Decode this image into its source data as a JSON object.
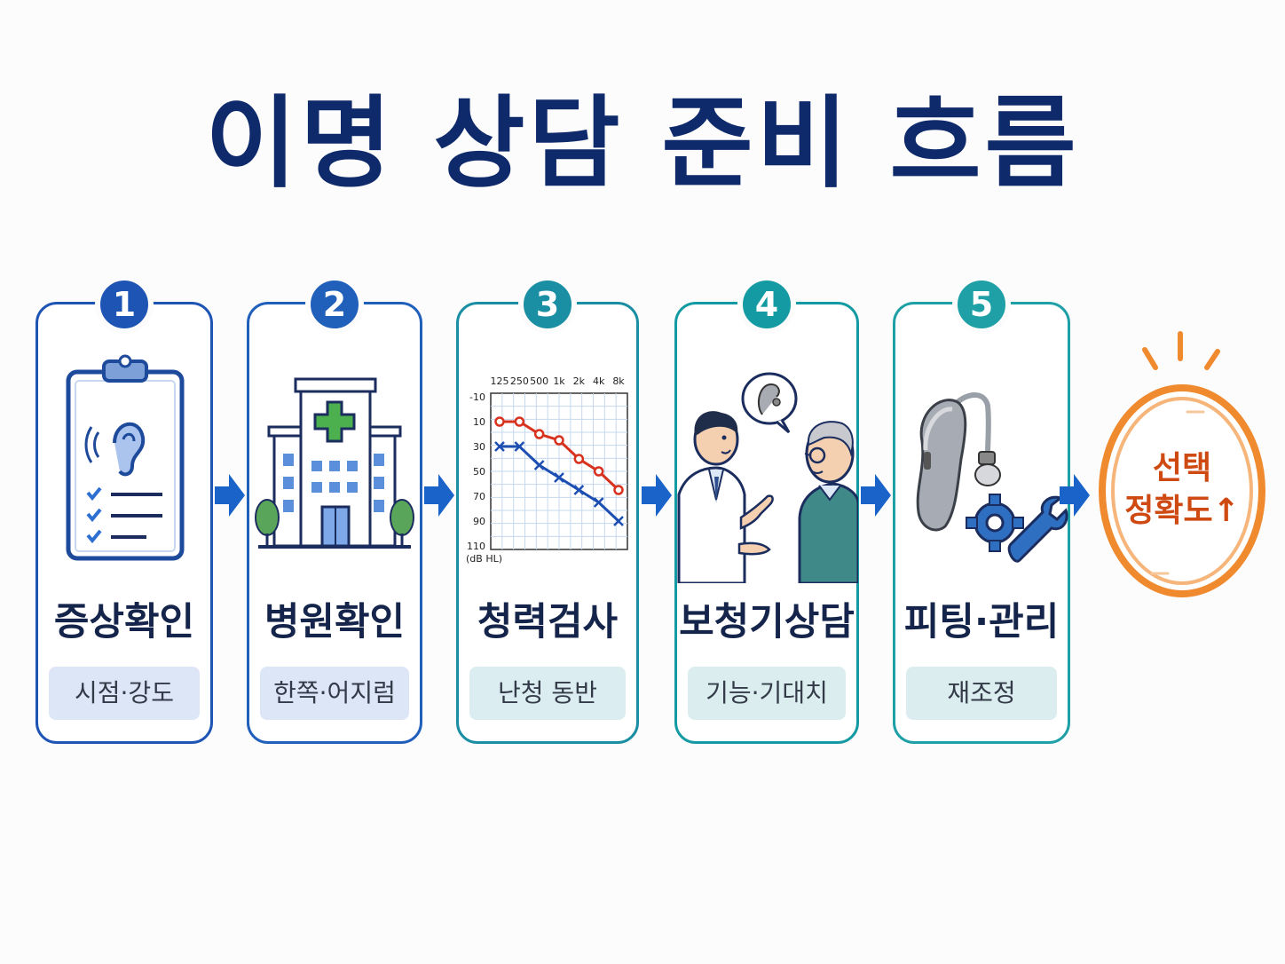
{
  "title": "이명 상담 준비 흐름",
  "steps": [
    {
      "number": "1",
      "title": "증상확인",
      "detail": "시점·강도",
      "icon": "clipboard-ear-icon"
    },
    {
      "number": "2",
      "title": "병원확인",
      "detail": "한쪽·어지럼",
      "icon": "hospital-icon"
    },
    {
      "number": "3",
      "title": "청력검사",
      "detail": "난청 동반",
      "icon": "audiogram-icon"
    },
    {
      "number": "4",
      "title": "보청기상담",
      "detail": "기능·기대치",
      "icon": "consultation-icon"
    },
    {
      "number": "5",
      "title": "피팅·관리",
      "detail": "재조정",
      "icon": "hearing-aid-tools-icon"
    }
  ],
  "result": {
    "line1": "선택",
    "line2": "정확도↑"
  },
  "audiogram": {
    "frequencies": [
      "125",
      "250",
      "500",
      "1k",
      "2k",
      "4k",
      "8k"
    ],
    "levels": [
      "-10",
      "10",
      "30",
      "50",
      "70",
      "90",
      "110"
    ],
    "unit": "(dB HL)",
    "right_ear": [
      10,
      10,
      20,
      25,
      40,
      50,
      65
    ],
    "left_ear": [
      30,
      30,
      45,
      55,
      65,
      75,
      90
    ]
  },
  "colors": {
    "title": "#0e2a6b",
    "step1": "#1e55b4",
    "step2": "#2060bb",
    "step3": "#1a8ea3",
    "step4": "#149aa3",
    "step5": "#1ea0a6",
    "arrow": "#1a63c9",
    "result": "#f08a2e",
    "right_ear": "#d8321f",
    "left_ear": "#1d4fb3"
  }
}
